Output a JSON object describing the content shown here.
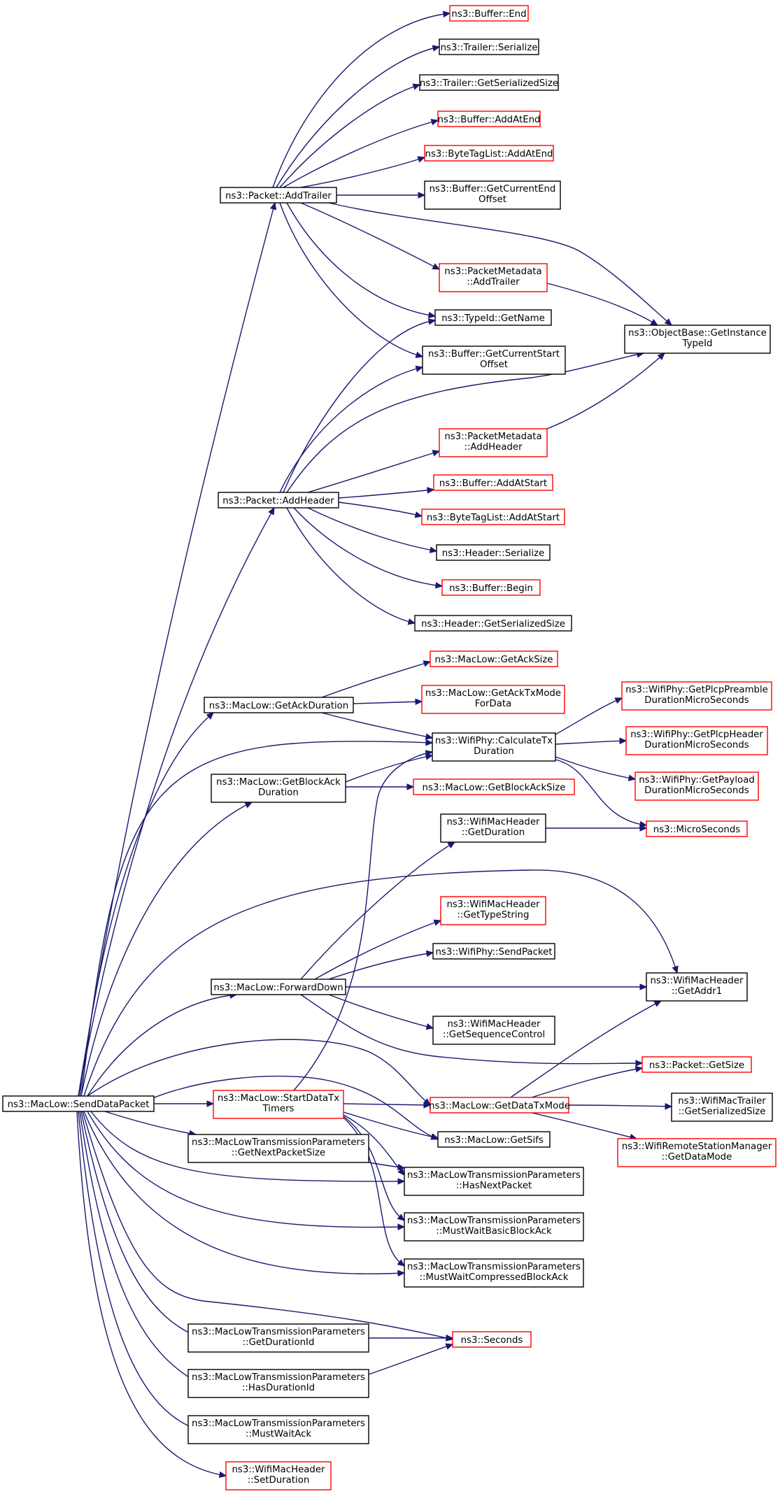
{
  "colors": {
    "edge": "#191970",
    "node_border": "#000000",
    "node_border_truncated": "#ff0000",
    "root_fill": "#bfbfbf",
    "node_fill": "#ffffff"
  },
  "nodes": {
    "send_data_packet": [
      "ns3::MacLow::SendDataPacket"
    ],
    "add_trailer": [
      "ns3::Packet::AddTrailer"
    ],
    "add_header": [
      "ns3::Packet::AddHeader"
    ],
    "get_ack_duration": [
      "ns3::MacLow::GetAckDuration"
    ],
    "get_block_ack_duration": [
      "ns3::MacLow::GetBlockAck",
      "Duration"
    ],
    "forward_down": [
      "ns3::MacLow::ForwardDown"
    ],
    "start_data_tx_timers": [
      "ns3::MacLow::StartDataTx",
      "Timers"
    ],
    "mltp_get_next_packet_size": [
      "ns3::MacLowTransmissionParameters",
      "::GetNextPacketSize"
    ],
    "mltp_get_duration_id": [
      "ns3::MacLowTransmissionParameters",
      "::GetDurationId"
    ],
    "mltp_has_duration_id": [
      "ns3::MacLowTransmissionParameters",
      "::HasDurationId"
    ],
    "mltp_must_wait_ack": [
      "ns3::MacLowTransmissionParameters",
      "::MustWaitAck"
    ],
    "wmh_set_duration": [
      "ns3::WifiMacHeader",
      "::SetDuration"
    ],
    "buffer_end": [
      "ns3::Buffer::End"
    ],
    "trailer_serialize": [
      "ns3::Trailer::Serialize"
    ],
    "trailer_get_serialized_size": [
      "ns3::Trailer::GetSerializedSize"
    ],
    "buffer_add_at_end": [
      "ns3::Buffer::AddAtEnd"
    ],
    "bytetaglist_add_at_end": [
      "ns3::ByteTagList::AddAtEnd"
    ],
    "buffer_get_current_end_offset": [
      "ns3::Buffer::GetCurrentEnd",
      "Offset"
    ],
    "packet_metadata_add_trailer": [
      "ns3::PacketMetadata",
      "::AddTrailer"
    ],
    "typeid_get_name": [
      "ns3::TypeId::GetName"
    ],
    "buffer_get_current_start_offset": [
      "ns3::Buffer::GetCurrentStart",
      "Offset"
    ],
    "objectbase_get_instance_typeid": [
      "ns3::ObjectBase::GetInstance",
      "TypeId"
    ],
    "packet_metadata_add_header": [
      "ns3::PacketMetadata",
      "::AddHeader"
    ],
    "buffer_add_at_start": [
      "ns3::Buffer::AddAtStart"
    ],
    "bytetaglist_add_at_start": [
      "ns3::ByteTagList::AddAtStart"
    ],
    "header_serialize": [
      "ns3::Header::Serialize"
    ],
    "buffer_begin": [
      "ns3::Buffer::Begin"
    ],
    "header_get_serialized_size": [
      "ns3::Header::GetSerializedSize"
    ],
    "maclow_get_ack_size": [
      "ns3::MacLow::GetAckSize"
    ],
    "maclow_get_ack_tx_mode_for_data": [
      "ns3::MacLow::GetAckTxMode",
      "ForData"
    ],
    "wifiphy_calculate_tx_duration": [
      "ns3::WifiPhy::CalculateTx",
      "Duration"
    ],
    "maclow_get_block_ack_size": [
      "ns3::MacLow::GetBlockAckSize"
    ],
    "wifiphy_get_plcp_preamble": [
      "ns3::WifiPhy::GetPlcpPreamble",
      "DurationMicroSeconds"
    ],
    "wifiphy_get_plcp_header": [
      "ns3::WifiPhy::GetPlcpHeader",
      "DurationMicroSeconds"
    ],
    "wifiphy_get_payload": [
      "ns3::WifiPhy::GetPayload",
      "DurationMicroSeconds"
    ],
    "microseconds": [
      "ns3::MicroSeconds"
    ],
    "wmh_get_duration": [
      "ns3::WifiMacHeader",
      "::GetDuration"
    ],
    "wmh_get_type_string": [
      "ns3::WifiMacHeader",
      "::GetTypeString"
    ],
    "wifiphy_send_packet": [
      "ns3::WifiPhy::SendPacket"
    ],
    "wmh_get_addr1": [
      "ns3::WifiMacHeader",
      "::GetAddr1"
    ],
    "wmh_get_sequence_control": [
      "ns3::WifiMacHeader",
      "::GetSequenceControl"
    ],
    "packet_get_size": [
      "ns3::Packet::GetSize"
    ],
    "maclow_get_data_tx_mode": [
      "ns3::MacLow::GetDataTxMode"
    ],
    "wifimactrailer_get_serialized_size": [
      "ns3::WifiMacTrailer",
      "::GetSerializedSize"
    ],
    "wrsm_get_data_mode": [
      "ns3::WifiRemoteStationManager",
      "::GetDataMode"
    ],
    "maclow_get_sifs": [
      "ns3::MacLow::GetSifs"
    ],
    "mltp_has_next_packet": [
      "ns3::MacLowTransmissionParameters",
      "::HasNextPacket"
    ],
    "mltp_must_wait_basic_block_ack": [
      "ns3::MacLowTransmissionParameters",
      "::MustWaitBasicBlockAck"
    ],
    "mltp_must_wait_compressed_block_ack": [
      "ns3::MacLowTransmissionParameters",
      "::MustWaitCompressedBlockAck"
    ],
    "seconds": [
      "ns3::Seconds"
    ]
  }
}
